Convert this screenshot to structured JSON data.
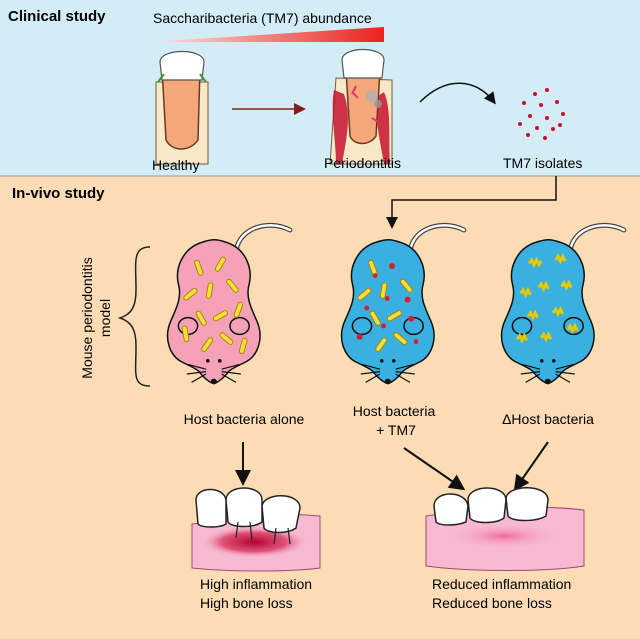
{
  "clinical": {
    "section_title": "Clinical study",
    "gradient_label": "Saccharibacteria (TM7) abundance",
    "healthy_label": "Healthy",
    "periodontitis_label": "Periodontitis",
    "isolates_label": "TM7 isolates"
  },
  "invivo": {
    "section_title": "In-vivo study",
    "model_label_line1": "Mouse periodontitis",
    "model_label_line2": "model",
    "mice": [
      {
        "label_line1": "Host bacteria alone",
        "label_line2": ""
      },
      {
        "label_line1": "Host bacteria",
        "label_line2": "+ TM7"
      },
      {
        "label_line1": "ΔHost bacteria",
        "label_line2": ""
      }
    ],
    "outcomes": [
      {
        "line1": "High inflammation",
        "line2": "High bone loss"
      },
      {
        "line1": "Reduced inflammation",
        "line2": "Reduced bone loss"
      }
    ]
  },
  "colors": {
    "clinical_bg": "#d3ecf6",
    "invivo_bg": "#fbdcb5",
    "gradient_red": "#e8231f",
    "mouse_pink": "#f5a2b8",
    "mouse_blue": "#3ab0e0",
    "bacteria_yellow": "#f0e03a",
    "tm7_red": "#d4202a",
    "gum_pink": "#f8b9d3",
    "inflammation_red": "#c8102e"
  }
}
